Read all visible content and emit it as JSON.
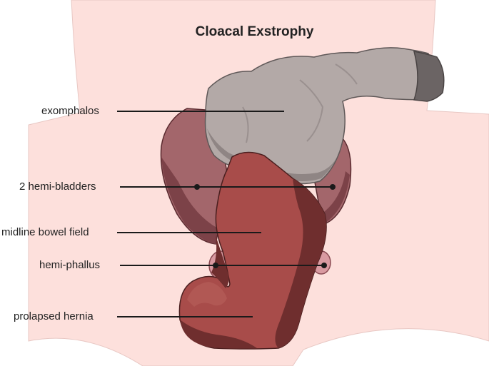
{
  "title": "Cloacal Exstrophy",
  "labels": {
    "exomphalos": "exomphalos",
    "hemi_bladders": "2 hemi-bladders",
    "midline_bowel_field": "midline bowel field",
    "hemi_phallus": "hemi-phallus",
    "prolapsed_hernia": "prolapsed hernia"
  },
  "colors": {
    "skin": "#fde0dc",
    "exomphalos": "#b3a9a7",
    "exomphalos_shade": "#8f8584",
    "exomphalos_cord_dark": "#6b6464",
    "bladder": "#a3666b",
    "bladder_dark": "#7c4248",
    "bowel": "#a84c4a",
    "bowel_dark": "#6f2e2e",
    "phallus": "#d99aa1",
    "line": "#1a1a1a"
  }
}
